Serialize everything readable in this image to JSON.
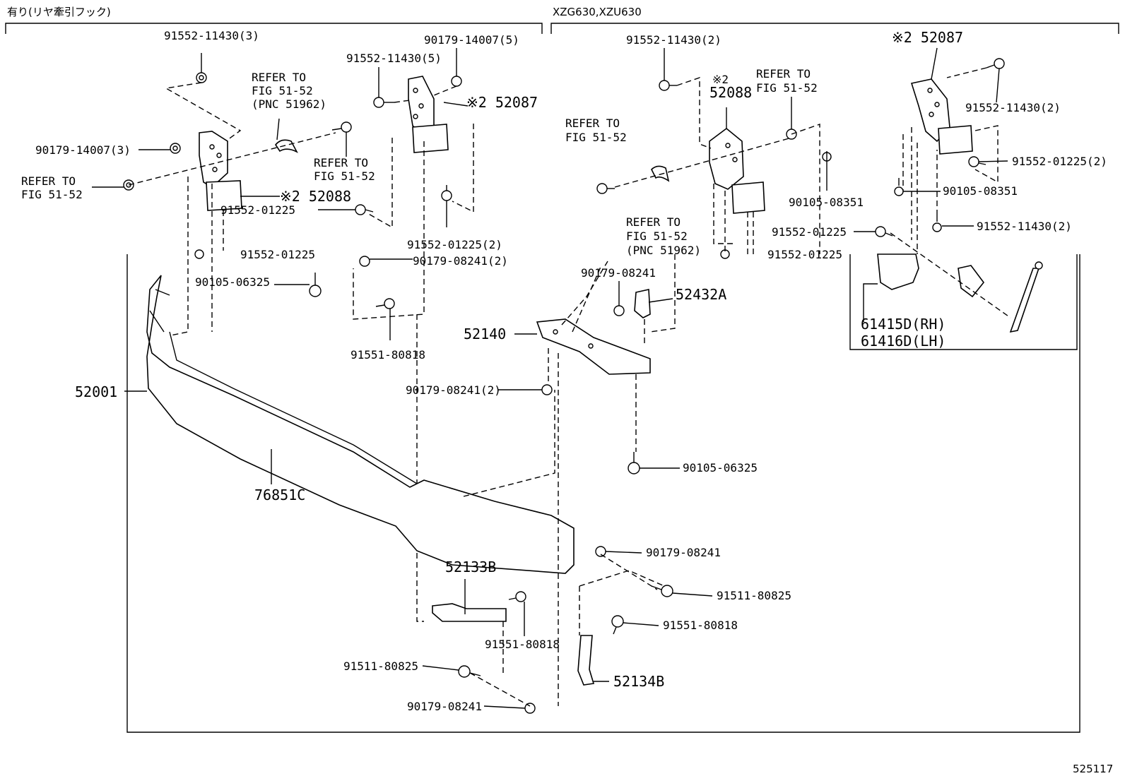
{
  "headers": {
    "left": "有り(リヤ牽引フック)",
    "right": "XZG630,XZU630"
  },
  "refer_labels": {
    "r1": [
      "REFER TO",
      "FIG 51-52",
      "(PNC 51962)"
    ],
    "r2": [
      "REFER TO",
      "FIG 51-52"
    ],
    "r3": [
      "REFER TO",
      "FIG 51-52"
    ],
    "r4": [
      "REFER TO",
      "FIG 51-52"
    ],
    "r5": [
      "REFER TO",
      "FIG 51-52"
    ],
    "r6": [
      "REFER TO",
      "FIG 51-52",
      "(PNC 51962)"
    ]
  },
  "part_labels": {
    "p_91552_11430_3": "91552-11430(3)",
    "p_90179_14007_5": "90179-14007(5)",
    "p_91552_11430_5": "91552-11430(5)",
    "p_52087_left": "※2 52087",
    "p_90179_14007_3": "90179-14007(3)",
    "p_52088_left": "※2 52088",
    "p_91552_01225_a": "91552-01225",
    "p_91552_01225_2a": "91552-01225(2)",
    "p_91552_01225_b": "91552-01225",
    "p_90179_08241_2a": "90179-08241(2)",
    "p_90105_06325_a": "90105-06325",
    "p_91551_80818_a": "91551-80818",
    "p_52001": "52001",
    "p_90179_08241_2b": "90179-08241(2)",
    "p_76851C": "76851C",
    "p_52133B": "52133B",
    "p_91551_80818_b": "91551-80818",
    "p_91511_80825_a": "91511-80825",
    "p_90179_08241_a": "90179-08241",
    "p_91552_11430_2a": "91552-11430(2)",
    "p_52088_right_mark": "※2",
    "p_52088_right": "52088",
    "p_90105_08351_a": "90105-08351",
    "p_91552_01225_c": "91552-01225",
    "p_90179_08241_b": "90179-08241",
    "p_52432A": "52432A",
    "p_52140": "52140",
    "p_90105_06325_b": "90105-06325",
    "p_52087_right": "※2 52087",
    "p_91552_11430_2b": "91552-11430(2)",
    "p_91552_01225_2b": "91552-01225(2)",
    "p_90105_08351_b": "90105-08351",
    "p_91552_01225_d": "91552-01225",
    "p_91552_11430_2c": "91552-11430(2)",
    "p_61415D": "61415D(RH)",
    "p_61416D": "61416D(LH)",
    "p_90179_08241_c": "90179-08241",
    "p_91511_80825_b": "91511-80825",
    "p_91551_80818_c": "91551-80818",
    "p_52134B": "52134B"
  },
  "figure_number": "525117"
}
